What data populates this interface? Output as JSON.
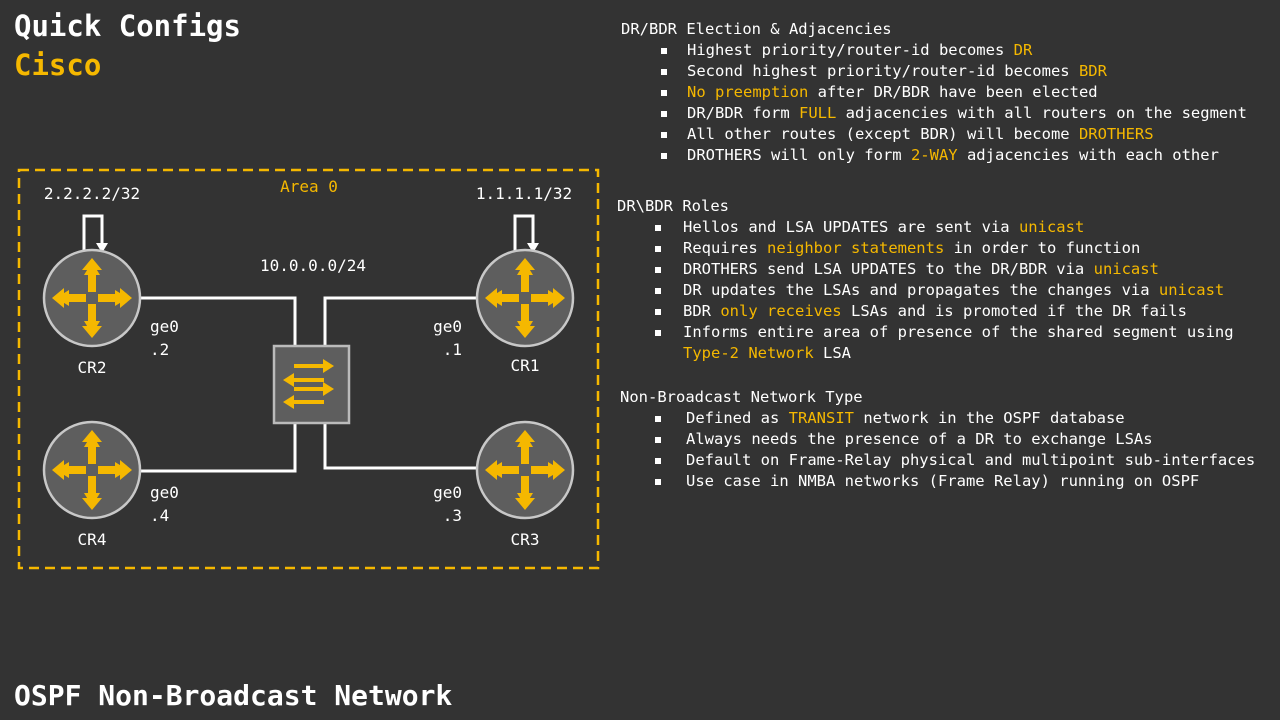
{
  "header": {
    "title": "Quick Configs",
    "subtitle": "Cisco"
  },
  "footer": {
    "title": "OSPF Non-Broadcast Network"
  },
  "colors": {
    "accent": "#f5b800",
    "background": "#333333",
    "router": "#5e5e5e",
    "text": "#ffffff"
  },
  "diagram": {
    "area_label": "Area 0",
    "network_label": "10.0.0.0/24",
    "switch_icon": "switch-arrows-icon",
    "router_icon": "router-arrows-icon",
    "routers": {
      "cr1": {
        "name": "CR1",
        "iface": "ge0",
        "addr": ".1",
        "loopback": "1.1.1.1/32"
      },
      "cr2": {
        "name": "CR2",
        "iface": "ge0",
        "addr": ".2",
        "loopback": "2.2.2.2/32"
      },
      "cr3": {
        "name": "CR3",
        "iface": "ge0",
        "addr": ".3"
      },
      "cr4": {
        "name": "CR4",
        "iface": "ge0",
        "addr": ".4"
      }
    }
  },
  "election": {
    "heading": "DR/BDR Election & Adjacencies",
    "items": [
      [
        {
          "t": "Highest priority/router-id becomes "
        },
        {
          "t": "DR",
          "hl": true
        }
      ],
      [
        {
          "t": "Second highest priority/router-id becomes "
        },
        {
          "t": "BDR",
          "hl": true
        }
      ],
      [
        {
          "t": "No preemption",
          "hl": true
        },
        {
          "t": " after DR/BDR have been elected"
        }
      ],
      [
        {
          "t": "DR/BDR form "
        },
        {
          "t": "FULL",
          "hl": true
        },
        {
          "t": " adjacencies with all routers on the segment"
        }
      ],
      [
        {
          "t": "All other routes (except BDR) will become "
        },
        {
          "t": "DROTHERS",
          "hl": true
        }
      ],
      [
        {
          "t": "DROTHERS will only form "
        },
        {
          "t": "2-WAY",
          "hl": true
        },
        {
          "t": " adjacencies with each other"
        }
      ]
    ]
  },
  "roles": {
    "heading": "DR\\BDR Roles",
    "items": [
      [
        {
          "t": "Hellos and LSA UPDATES are sent via "
        },
        {
          "t": "unicast",
          "hl": true
        }
      ],
      [
        {
          "t": "Requires "
        },
        {
          "t": "neighbor statements",
          "hl": true
        },
        {
          "t": " in order to function"
        }
      ],
      [
        {
          "t": "DROTHERS send LSA UPDATES to the DR/BDR via "
        },
        {
          "t": "unicast",
          "hl": true
        }
      ],
      [
        {
          "t": "DR updates the LSAs and propagates the changes via "
        },
        {
          "t": "unicast",
          "hl": true
        }
      ],
      [
        {
          "t": "BDR "
        },
        {
          "t": "only receives",
          "hl": true
        },
        {
          "t": " LSAs and is promoted if the DR fails"
        }
      ],
      [
        {
          "t": "Informs entire area of presence of the shared segment using"
        },
        {
          "br": true
        },
        {
          "t": "Type-2 Network",
          "hl": true
        },
        {
          "t": " LSA"
        }
      ]
    ]
  },
  "nbma": {
    "heading": "Non-Broadcast Network Type",
    "items": [
      [
        {
          "t": "Defined as "
        },
        {
          "t": "TRANSIT",
          "hl": true
        },
        {
          "t": " network in the OSPF database"
        }
      ],
      [
        {
          "t": "Always needs the presence of a DR to exchange LSAs"
        }
      ],
      [
        {
          "t": "Default on Frame-Relay physical and multipoint sub-interfaces"
        }
      ],
      [
        {
          "t": "Use case in NMBA networks (Frame Relay) running on OSPF"
        }
      ]
    ]
  }
}
